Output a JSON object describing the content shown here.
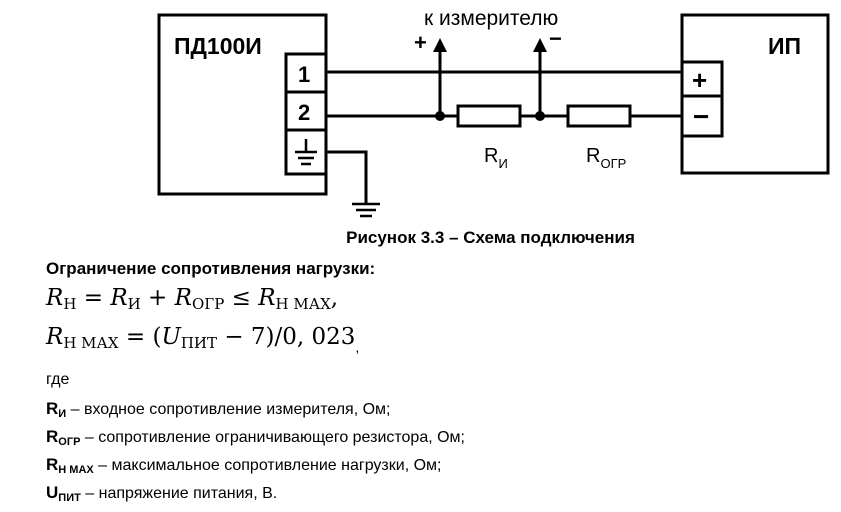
{
  "diagram": {
    "device_left_label": "ПД100И",
    "terminal_1": "1",
    "terminal_2": "2",
    "meter_label": "к измерителю",
    "meter_plus": "+",
    "meter_minus": "−",
    "device_right_label": "ИП",
    "right_plus": "+",
    "right_minus": "−",
    "r_meter_main": "R",
    "r_meter_sub": "И",
    "r_limit_main": "R",
    "r_limit_sub": "ОГР"
  },
  "caption": "Рисунок 3.3 – Схема подключения",
  "heading": "Ограничение сопротивления нагрузки:",
  "formula1": {
    "R1": "R",
    "R1_sub": "Н",
    "eq": " = ",
    "R2": "R",
    "R2_sub": "И",
    "plus": " + ",
    "R3": "R",
    "R3_sub": "ОГР",
    "le": " ≤ ",
    "R4": "R",
    "R4_sub": "Н МАХ",
    "tail": ","
  },
  "formula2": {
    "R1": "R",
    "R1_sub": "Н МАХ",
    "eq": " = (",
    "U": "U",
    "U_sub": "ПИТ",
    "rest": " − 7)/0, 023",
    "tail": ","
  },
  "where": "где",
  "definitions": [
    {
      "sym": "R",
      "sub": "И",
      "text": " – входное сопротивление измерителя, Ом;"
    },
    {
      "sym": "R",
      "sub": "ОГР",
      "text": " – сопротивление ограничивающего резистора, Ом;"
    },
    {
      "sym": "R",
      "sub": "Н МАХ",
      "text": " – максимальное сопротивление нагрузки, Ом;"
    },
    {
      "sym": "U",
      "sub": "ПИТ",
      "text": " – напряжение питания, В."
    }
  ]
}
